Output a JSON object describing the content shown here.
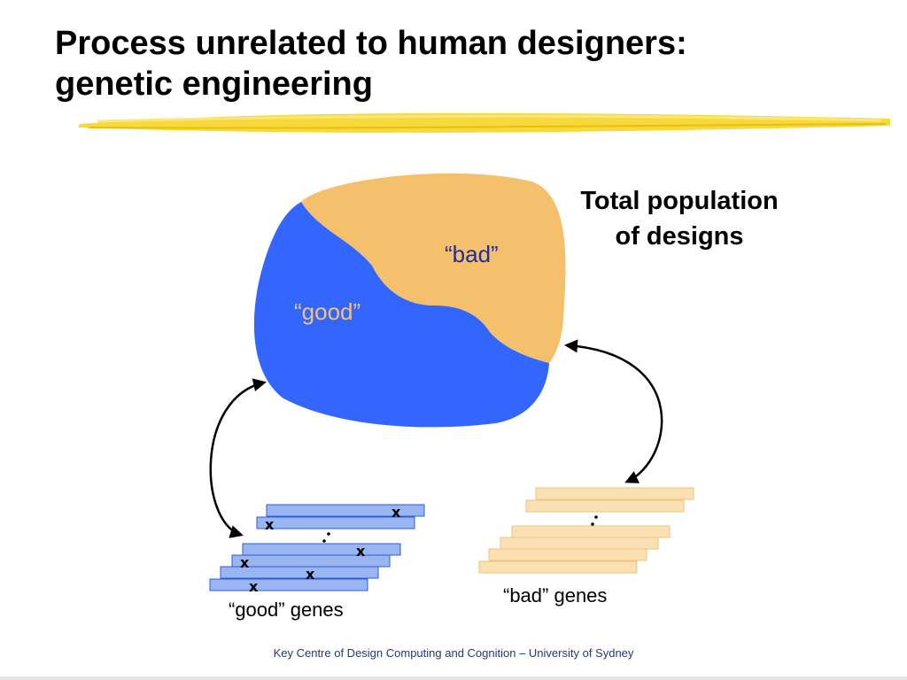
{
  "slide": {
    "title_line1": "Process unrelated to human designers:",
    "title_line2": "genetic engineering",
    "footer": "Key Centre of Design Computing and Cognition – University of Sydney"
  },
  "diagram": {
    "population_label_line1": "Total population",
    "population_label_line2": "of designs",
    "bad_region_label": "“bad”",
    "good_region_label": "“good”",
    "good_genes_label": "“good” genes",
    "bad_genes_label": "“bad” genes",
    "gene_marker": "x"
  },
  "colors": {
    "good_region": "#3366ff",
    "bad_region": "#f5c06b",
    "good_gene_fill": "#9ab6f2",
    "good_gene_stroke": "#2f5bd8",
    "bad_gene_fill": "#fbe0b3",
    "bad_gene_stroke": "#f0c27c",
    "highlight_stroke": "#f6d21a"
  }
}
